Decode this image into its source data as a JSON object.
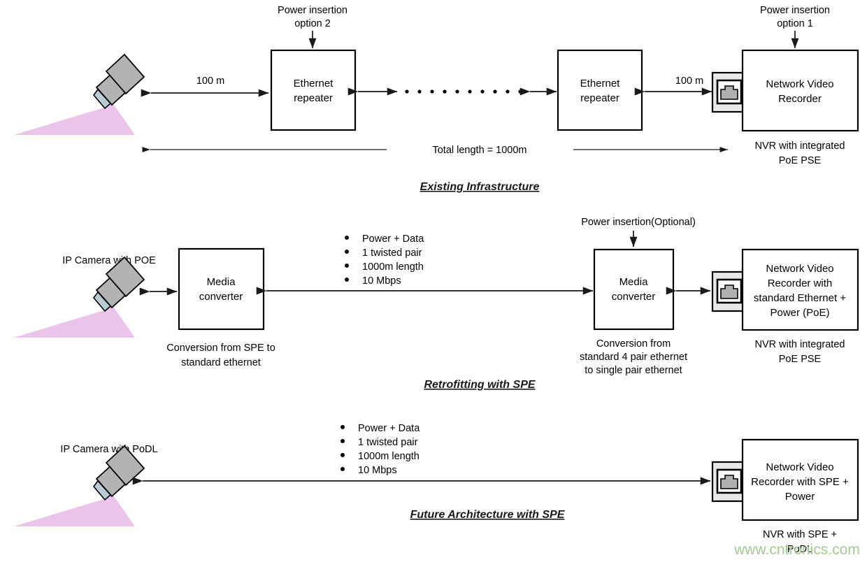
{
  "figure": {
    "watermark": "www.cntronics.com",
    "colors": {
      "beam": "#e3aee0",
      "camera_body": "#b3b3b3",
      "jack_panel": "#e8e8e8",
      "watermark": "#9fce8f",
      "line": "#1a1a1a"
    }
  },
  "section1": {
    "title": "Existing Infrastructure",
    "power_label_line1": "Power insertion",
    "power_label_line2": "option 2",
    "power_label1_line1": "Power insertion",
    "power_label1_line2": "option 1",
    "span_left": "100 m",
    "span_right": "100 m",
    "repeater1_line1": "Ethernet",
    "repeater1_line2": "repeater",
    "repeater2_line1": "Ethernet",
    "repeater2_line2": "repeater",
    "nvr_line1": "Network Video",
    "nvr_line2": "Recorder",
    "nvr_caption_line1": "NVR with integrated",
    "nvr_caption_line2": "PoE PSE",
    "total_length": "Total length = 1000m",
    "ellipsis_dots": 10
  },
  "section2": {
    "title": "Retrofitting with SPE",
    "camera_label": "IP Camera with POE",
    "converter1_line1": "Media",
    "converter1_line2": "converter",
    "converter1_caption_line1": "Conversion from SPE to",
    "converter1_caption_line2": "standard ethernet",
    "power_label": "Power insertion(Optional)",
    "converter2_line1": "Media",
    "converter2_line2": "converter",
    "converter2_caption_line1": "Conversion from",
    "converter2_caption_line2": "standard 4 pair ethernet",
    "converter2_caption_line3": "to single pair ethernet",
    "nvr_line1": "Network Video",
    "nvr_line2": "Recorder with",
    "nvr_line3": "standard Ethernet +",
    "nvr_line4": "Power (PoE)",
    "nvr_caption_line1": "NVR with integrated",
    "nvr_caption_line2": "PoE PSE",
    "bullets": [
      "Power + Data",
      "1 twisted pair",
      "1000m length",
      "10 Mbps"
    ]
  },
  "section3": {
    "title": "Future Architecture with SPE",
    "camera_label": "IP Camera with PoDL",
    "nvr_line1": "Network Video",
    "nvr_line2": "Recorder with SPE +",
    "nvr_line3": "Power",
    "nvr_caption_line1": "NVR with SPE +",
    "nvr_caption_line2": "PoDL",
    "bullets": [
      "Power + Data",
      "1 twisted pair",
      "1000m length",
      "10 Mbps"
    ]
  }
}
